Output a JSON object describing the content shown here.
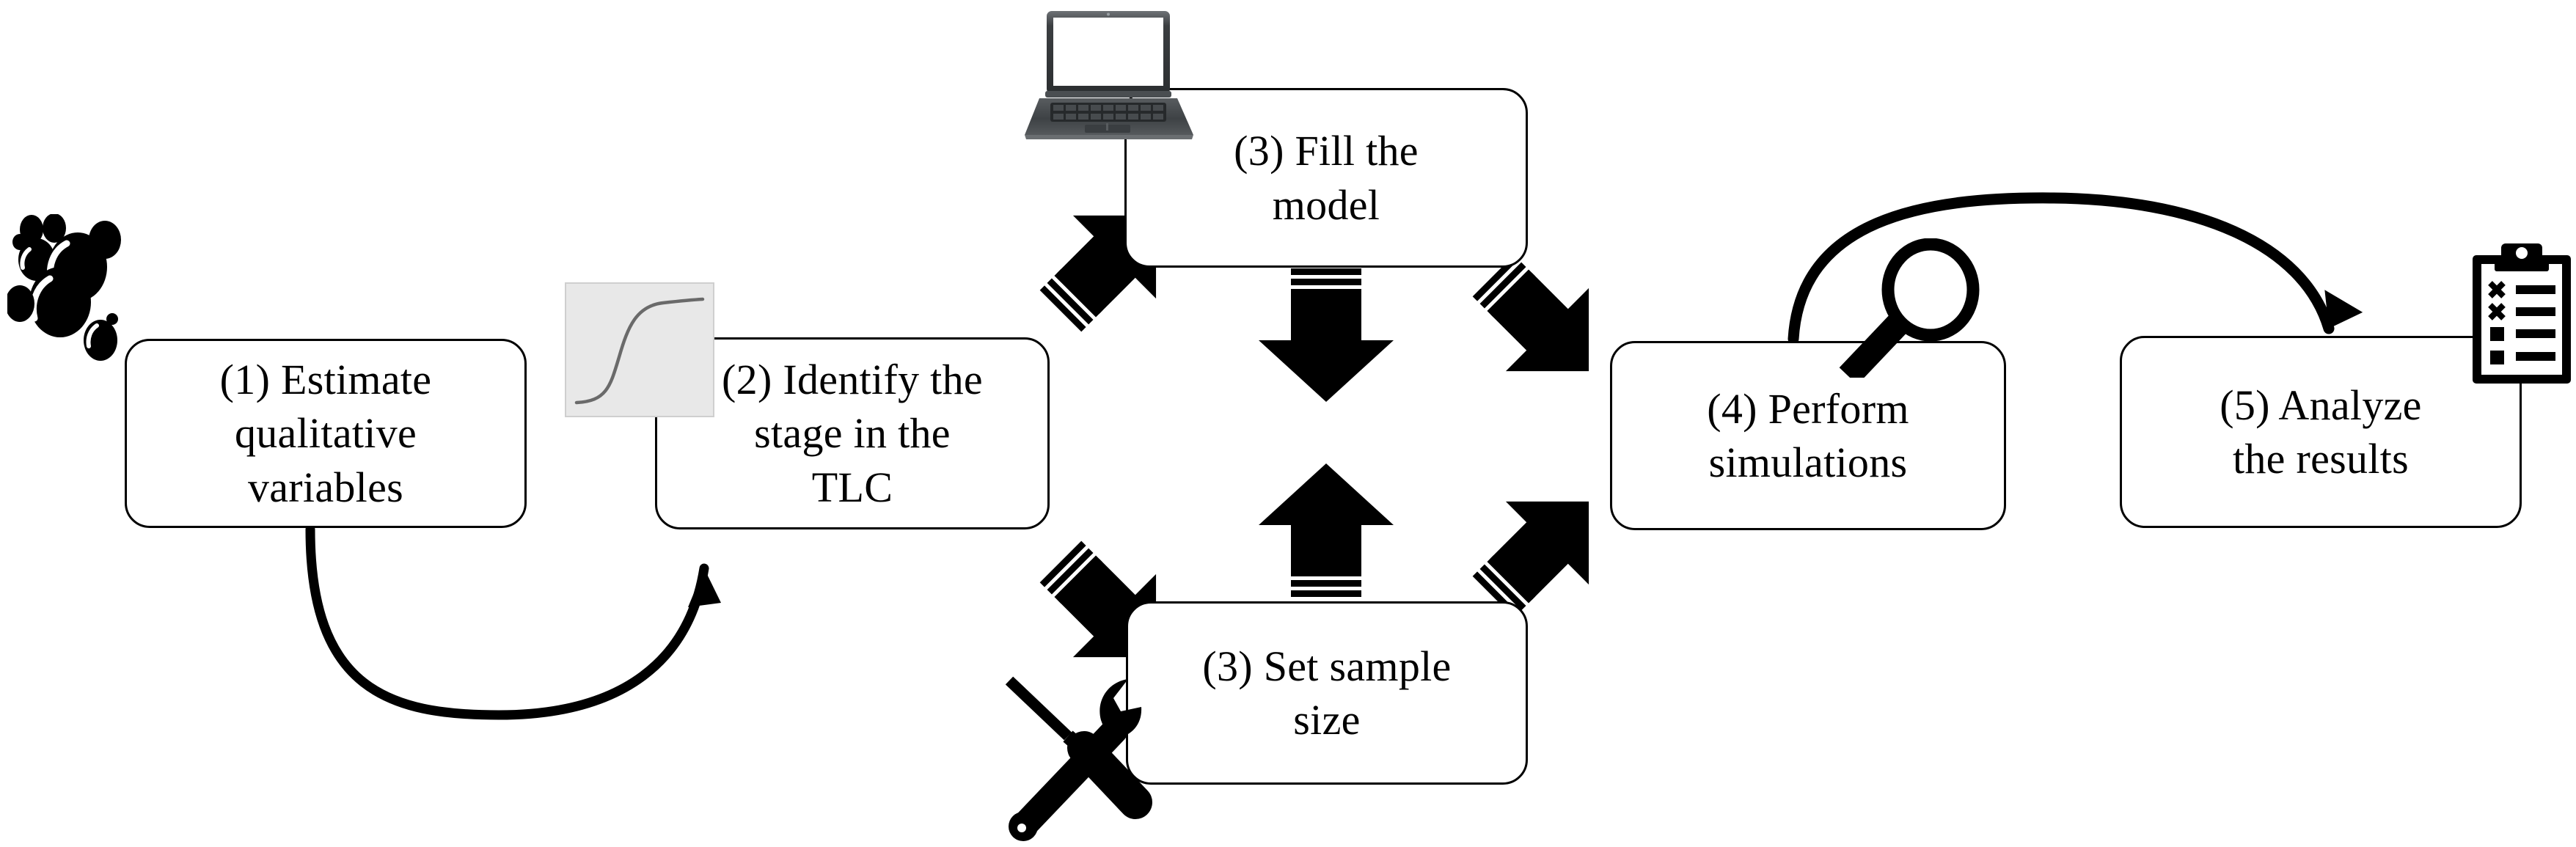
{
  "diagram": {
    "title": "Research methodology process flow",
    "background_color": "#ffffff",
    "stroke_color": "#000000",
    "icon_panel_color": "#e8e8e8"
  },
  "steps": [
    {
      "id": "step-1",
      "label": "(1) Estimate\nqualitative\nvariables",
      "icon": "bubbles-icon"
    },
    {
      "id": "step-2",
      "label": "(2) Identify the\nstage in the\nTLC",
      "icon": "sigmoid-curve-icon"
    },
    {
      "id": "step-3a",
      "label": "(3) Fill the\nmodel",
      "icon": "laptop-icon"
    },
    {
      "id": "step-3b",
      "label": "(3) Set sample\nsize",
      "icon": "tools-icon"
    },
    {
      "id": "step-4",
      "label": "(4) Perform\nsimulations",
      "icon": "magnifier-icon"
    },
    {
      "id": "step-5",
      "label": "(5) Analyze\nthe results",
      "icon": "clipboard-icon"
    }
  ],
  "connectors": [
    {
      "id": "c1",
      "from": "step-1",
      "to": "step-2",
      "style": "curved-arc",
      "direction": "down-then-up-right"
    },
    {
      "id": "c2",
      "from": "step-2",
      "to": "step-3a",
      "style": "block-arrow-striped",
      "direction": "up-right"
    },
    {
      "id": "c3",
      "from": "step-2",
      "to": "step-3b",
      "style": "block-arrow-striped",
      "direction": "down-right"
    },
    {
      "id": "c4",
      "from": "step-3a",
      "to": "step-3b",
      "style": "block-arrow-striped",
      "direction": "down"
    },
    {
      "id": "c5",
      "from": "step-3b",
      "to": "step-3a",
      "style": "block-arrow-striped",
      "direction": "up"
    },
    {
      "id": "c6",
      "from": "step-3a",
      "to": "step-4",
      "style": "block-arrow-striped",
      "direction": "down-right"
    },
    {
      "id": "c7",
      "from": "step-3b",
      "to": "step-4",
      "style": "block-arrow-striped",
      "direction": "up-right"
    },
    {
      "id": "c8",
      "from": "step-4",
      "to": "step-5",
      "style": "curved-arc",
      "direction": "over-the-top-right"
    }
  ],
  "icons": {
    "bubbles": "bubbles-icon",
    "sigmoid": "sigmoid-curve-icon",
    "laptop": "laptop-icon",
    "tools": "tools-icon",
    "magnifier": "magnifier-icon",
    "clipboard": "clipboard-icon"
  }
}
